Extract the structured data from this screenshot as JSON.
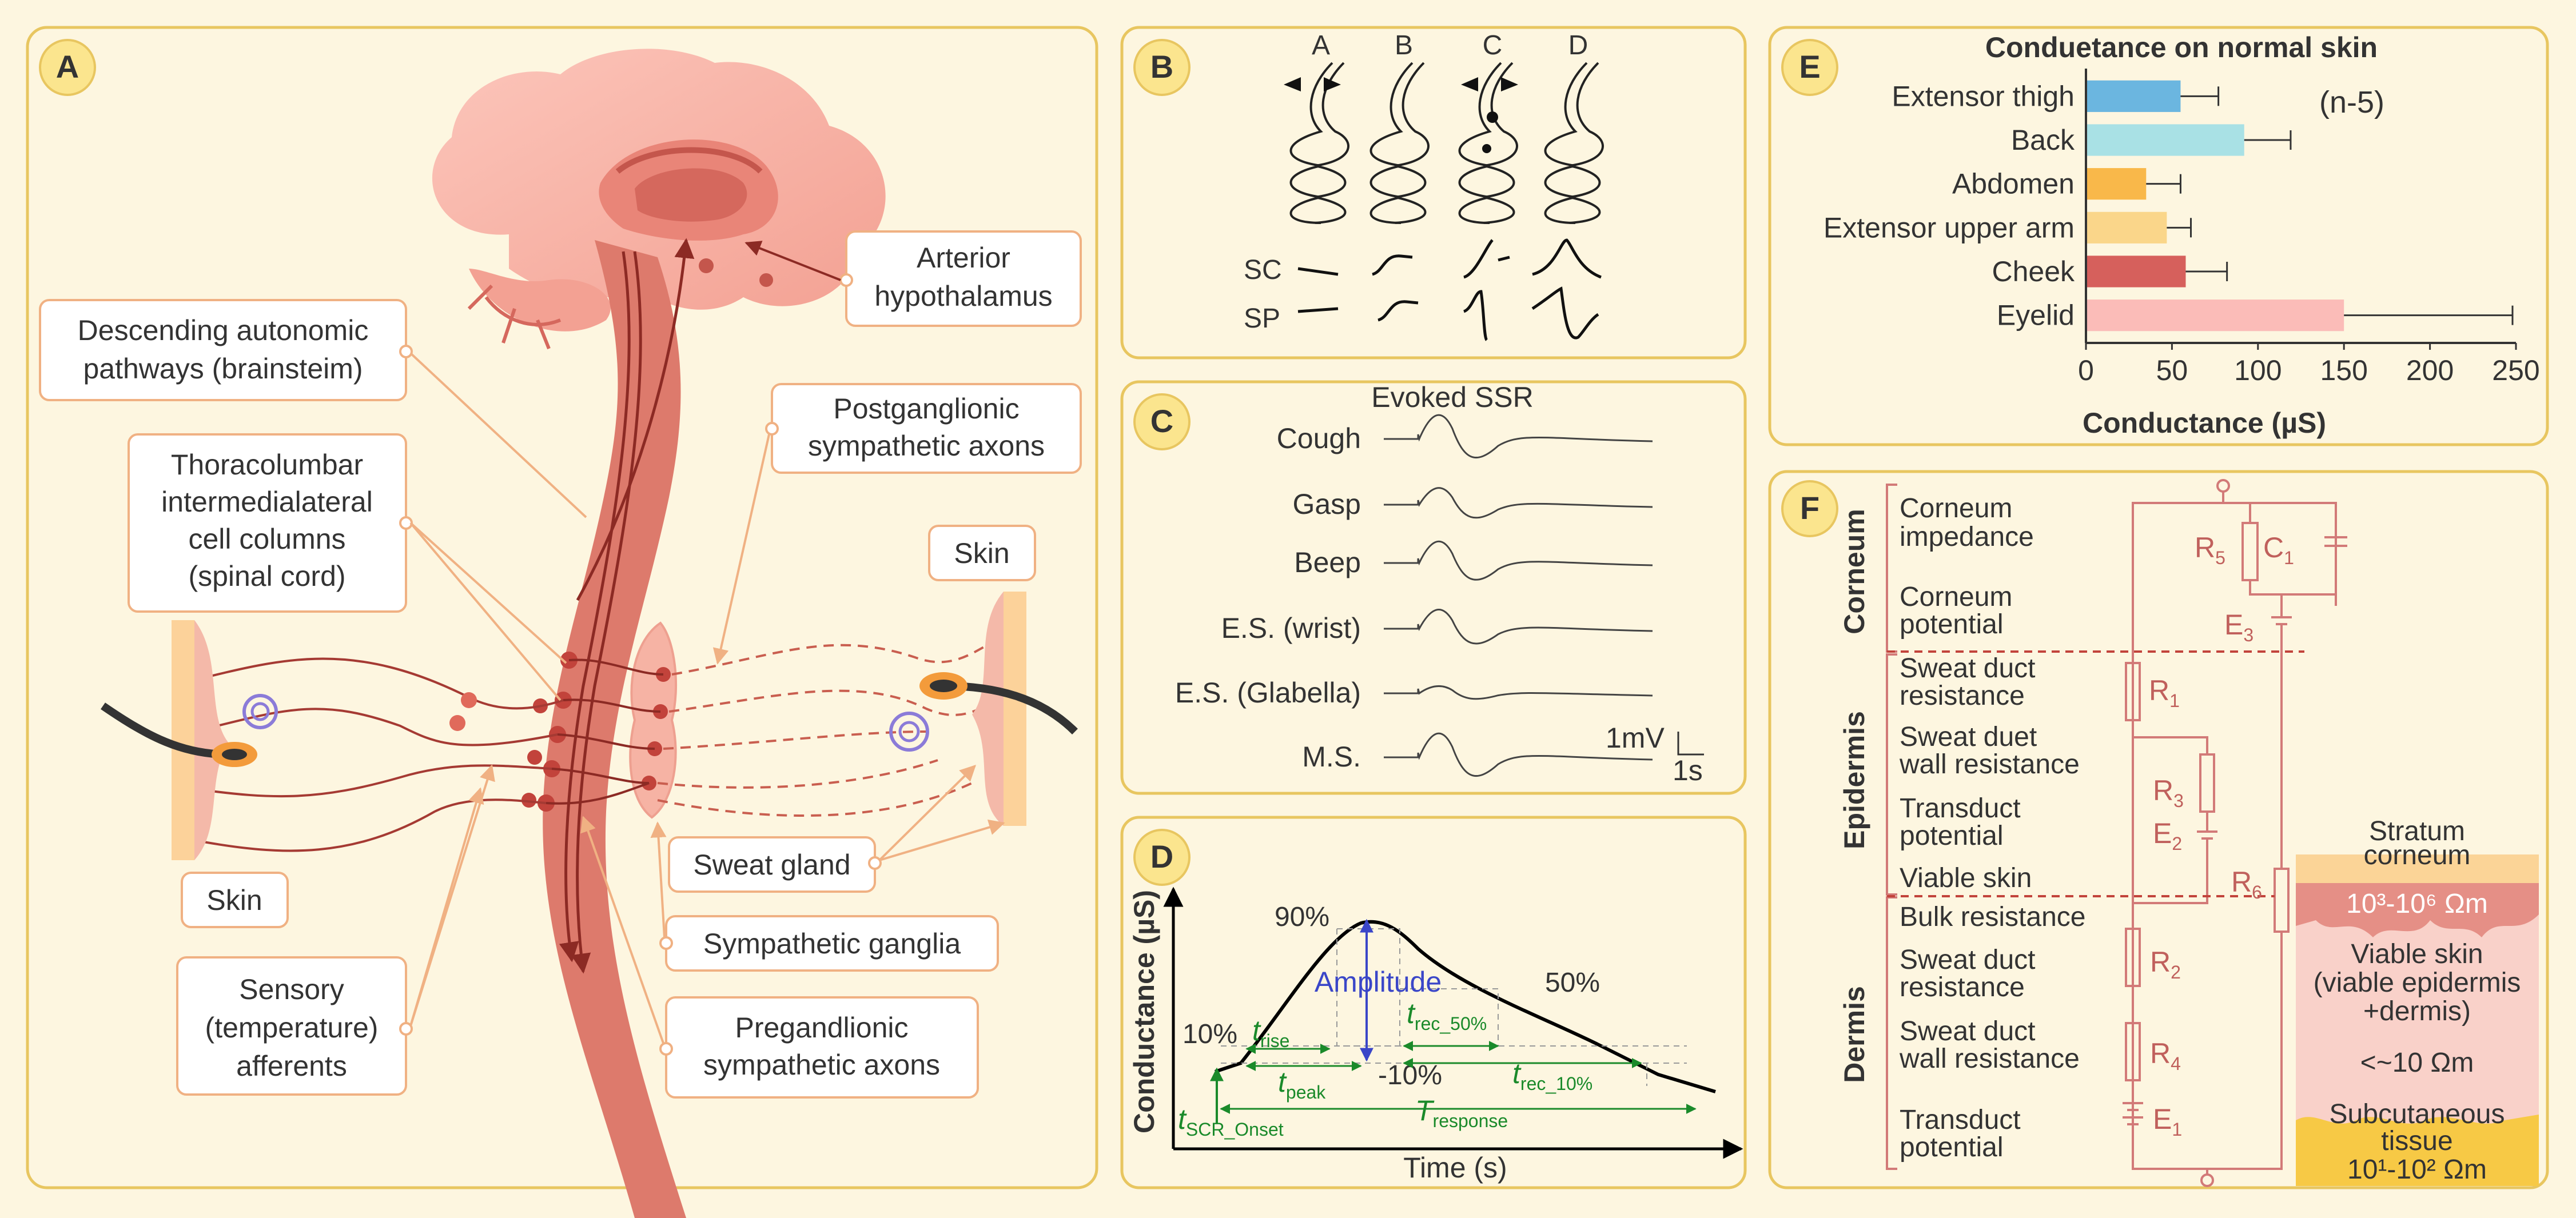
{
  "colors": {
    "background": "#fdf6e0",
    "panel_border": "#e8c660",
    "panel_label_fill": "#fbe58e",
    "callout_border": "#f0b183",
    "brain": "#f8b4a8",
    "spine": "#dd7a6c",
    "dark_red": "#8c2a24",
    "green": "#1a8a2a",
    "blue": "#3a46c8",
    "circuit": "#d27a78"
  },
  "panel_a": {
    "label": "A",
    "callouts": {
      "hypothalamus": [
        "Arterior",
        "hypothalamus"
      ],
      "descending": [
        "Descending autonomic",
        "pathways (brainsteim)"
      ],
      "thoracolumbar": [
        "Thoracolumbar",
        "intermedialateral",
        "cell columns",
        "(spinal cord)"
      ],
      "postganglionic": [
        "Postganglionic",
        "sympathetic axons"
      ],
      "skin_right": "Skin",
      "skin_left": "Skin",
      "sweat_gland": "Sweat gland",
      "sympathetic_ganglia": "Sympathetic ganglia",
      "pregangl": [
        "Pregandlionic",
        "sympathetic axons"
      ],
      "sensory": [
        "Sensory",
        "(temperature)",
        "afferents"
      ]
    }
  },
  "panel_b": {
    "label": "B",
    "columns": [
      "A",
      "B",
      "C",
      "D"
    ],
    "row_labels": [
      "SC",
      "SP"
    ]
  },
  "panel_c": {
    "label": "C",
    "title": "Evoked SSR",
    "rows": [
      "Cough",
      "Gasp",
      "Beep",
      "E.S. (wrist)",
      "E.S. (Glabella)",
      "M.S."
    ],
    "scale_v": "1mV",
    "scale_t": "1s"
  },
  "panel_d": {
    "label": "D",
    "ylabel": "Conductance (µS)",
    "xlabel": "Time (s)",
    "pct_90": "90%",
    "pct_50": "50%",
    "pct_10": "10%",
    "pct_neg10": "-10%",
    "amplitude": "Amplitude",
    "t_rise": {
      "t": "t",
      "sub": "rise"
    },
    "t_peak": {
      "t": "t",
      "sub": "peak"
    },
    "t_rec50": {
      "t": "t",
      "sub": "rec_50%"
    },
    "t_rec10": {
      "t": "t",
      "sub": "rec_10%"
    },
    "t_onset": {
      "t": "t",
      "sub": "SCR_Onset"
    },
    "T_response": {
      "t": "T",
      "sub": "response"
    }
  },
  "chart_data": {
    "type": "bar",
    "title": "Conduetance on normal skin",
    "annotation": "(n-5)",
    "xlabel": "Conductance (µS)",
    "xlim": [
      0,
      250
    ],
    "xticks": [
      0,
      50,
      100,
      150,
      200,
      250
    ],
    "categories": [
      "Extensor thigh",
      "Back",
      "Abdomen",
      "Extensor upper arm",
      "Cheek",
      "Eyelid"
    ],
    "values": [
      55,
      92,
      35,
      47,
      58,
      150
    ],
    "errors": [
      22,
      27,
      20,
      14,
      24,
      98
    ],
    "bar_colors": [
      "#6bb6e0",
      "#a9e1e5",
      "#f9b84a",
      "#fad68a",
      "#d6605c",
      "#fbbcb8"
    ],
    "label": "E"
  },
  "panel_f": {
    "label": "F",
    "layers": [
      "Corneum",
      "Epidermis",
      "Dermis"
    ],
    "items": [
      "Corneum impedance",
      "Corneum potential",
      "Sweat duct resistance",
      "Sweat duet wall resistance",
      "Transduct potential",
      "Viable skin",
      "Bulk resistance",
      "Sweat duct resistance",
      "Sweat duct wall resistance",
      "Transduct potential"
    ],
    "components": {
      "R5": [
        "R",
        "5"
      ],
      "C1": [
        "C",
        "1"
      ],
      "E3": [
        "E",
        "3"
      ],
      "R1": [
        "R",
        "1"
      ],
      "R3": [
        "R",
        "3"
      ],
      "E2": [
        "E",
        "2"
      ],
      "R6": [
        "R",
        "6"
      ],
      "R2": [
        "R",
        "2"
      ],
      "R4": [
        "R",
        "4"
      ],
      "E1": [
        "E",
        "1"
      ]
    },
    "tissue": {
      "stratum": [
        "Stratum",
        "corneum"
      ],
      "stratum_value": "10³-10⁶ Ωm",
      "viable": [
        "Viable skin",
        "(viable epidermis",
        "+dermis)"
      ],
      "viable_value": "<~10 Ωm",
      "subcutaneous": [
        "Subcutaneous",
        "tissue"
      ],
      "subcutaneous_value": "10¹-10² Ωm"
    }
  }
}
